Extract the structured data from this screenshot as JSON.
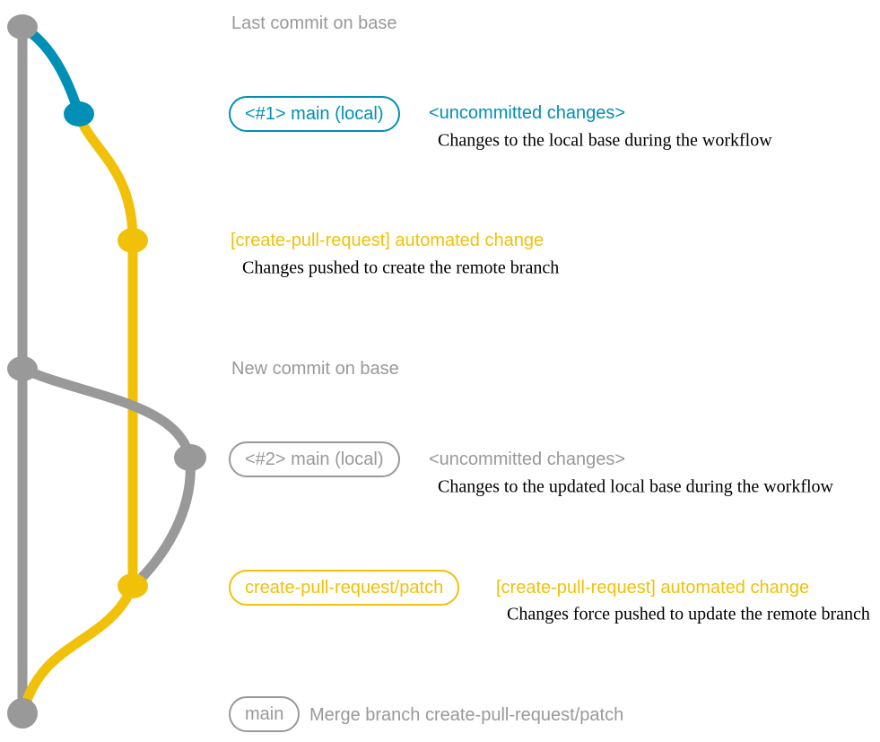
{
  "colors": {
    "branch_gray": "#999999",
    "branch_blue": "#008fb5",
    "branch_yellow": "#f1c109",
    "annotation_black": "#000000",
    "background": "#ffffff"
  },
  "graph": {
    "commit_dots": [
      {
        "name": "last-commit-on-base",
        "color": "gray"
      },
      {
        "name": "local-main-1",
        "color": "blue"
      },
      {
        "name": "automated-change-1",
        "color": "yellow"
      },
      {
        "name": "new-commit-on-base",
        "color": "gray"
      },
      {
        "name": "local-main-2",
        "color": "gray"
      },
      {
        "name": "automated-change-2",
        "color": "yellow"
      },
      {
        "name": "merge-commit",
        "color": "gray"
      }
    ]
  },
  "rows": {
    "r1": {
      "label": "Last commit on base"
    },
    "r2": {
      "badge": "<#1> main (local)",
      "message": "<uncommitted changes>",
      "note": "Changes to the local base during the workflow"
    },
    "r3": {
      "message": "[create-pull-request] automated change",
      "note": "Changes pushed to create the remote branch"
    },
    "r4": {
      "label": "New commit on base"
    },
    "r5": {
      "badge": "<#2> main (local)",
      "message": "<uncommitted changes>",
      "note": "Changes to the updated local base during the workflow"
    },
    "r6": {
      "badge": "create-pull-request/patch",
      "message": "[create-pull-request] automated change",
      "note": "Changes force pushed to update the remote branch"
    },
    "r7": {
      "badge": "main",
      "label": "Merge branch create-pull-request/patch"
    }
  }
}
